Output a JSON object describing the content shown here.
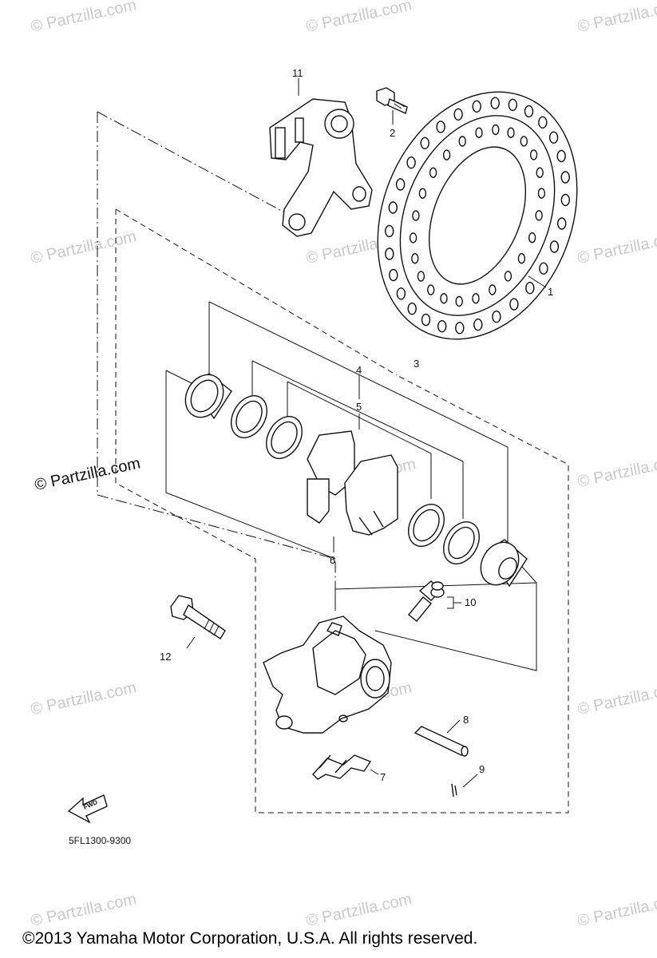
{
  "watermark": "© Partzilla.com",
  "diagram_code": "5FL1300-9300",
  "fwd_label": "FWD",
  "copyright": "©2013  Yamaha Motor Corporation, U.S.A. All rights reserved.",
  "callouts": {
    "c1": "1",
    "c2": "2",
    "c3": "3",
    "c4": "4",
    "c5": "5",
    "c6": "6",
    "c7": "7",
    "c8": "8",
    "c9": "9",
    "c10": "10",
    "c11": "11",
    "c12": "12"
  }
}
